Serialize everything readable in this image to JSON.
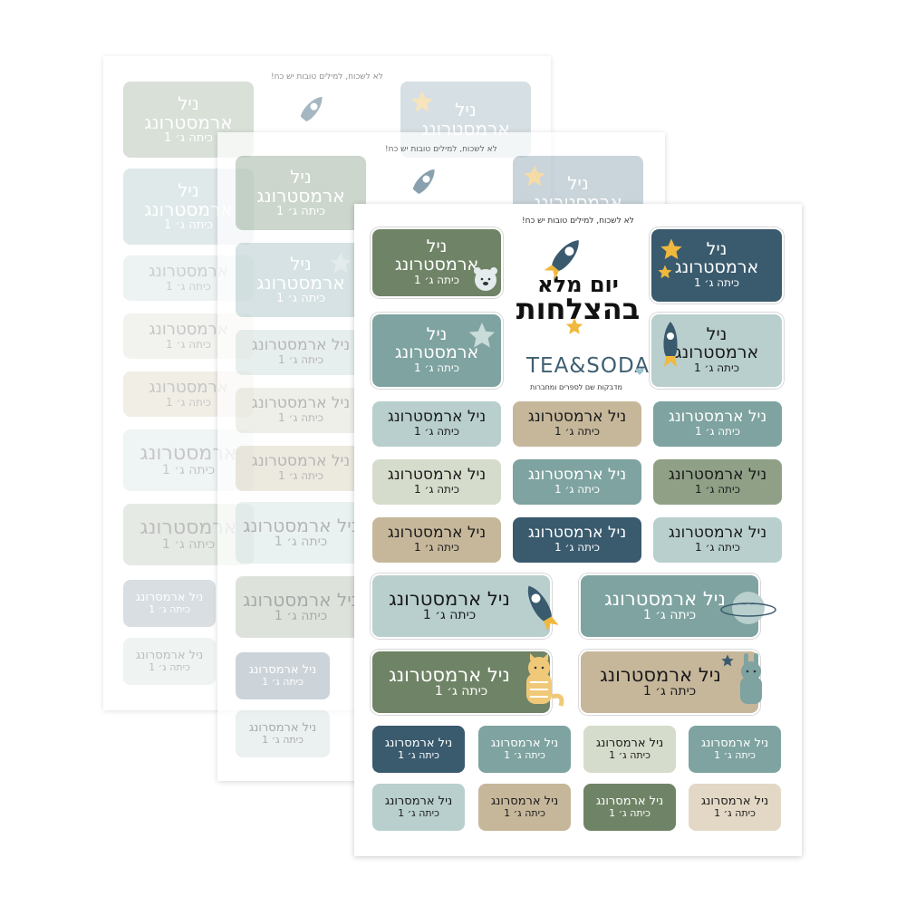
{
  "motto": "לא לשכוח, למילים טובות יש כח!",
  "title_line1": "יום מלא",
  "title_line2": "בהצלחות",
  "brand": "TEA&SODA",
  "brand_tagline": "מדבקות שם לספרים ומחברות",
  "label_name": "ניל ארמסטרונג",
  "label_name_first": "ניל",
  "label_name_last": "ארמסטרונג",
  "label_class": "כיתה ג׳ 1",
  "label_name_small_variant": "ניל ארמסרונג",
  "colors": {
    "dark_navy": "#3a5a6e",
    "olive": "#6f8466",
    "teal": "#7ea3a0",
    "light_teal": "#b8cfcd",
    "sand": "#c6b79b",
    "sage": "#d6dccb",
    "star": "#f0b83c"
  }
}
